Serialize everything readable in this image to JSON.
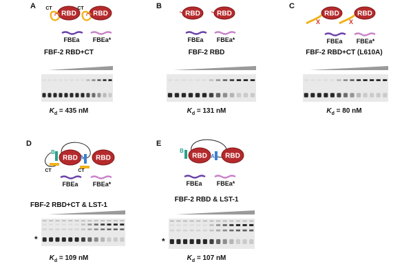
{
  "colors": {
    "rbd_fill": "#b52a2c",
    "rbd_stroke": "#7d1a1b",
    "ct_yellow": "#f2b21a",
    "fbea_purple": "#6a3fa8",
    "fbea_star_pink": "#c981c9",
    "site_a_blue": "#3c7fd1",
    "site_b_green": "#2aa088",
    "x_red": "#d0322a",
    "gel_bg": "#e9e9e9",
    "band_dark": "#1e1e1e"
  },
  "common": {
    "rbd_label": "RBD",
    "fbea_label": "FBEa",
    "fbea_star_label": "FBEa*",
    "kd_symbol": "K",
    "kd_sub": "d",
    "star_mark": "*"
  },
  "panels": [
    {
      "id": "A",
      "letter": "A",
      "title": "FBF-2 RBD+CT",
      "kd_value": " = 435 nM",
      "diagram": "ct",
      "ct_label": "CT",
      "band_pattern": "shift-late",
      "star": false
    },
    {
      "id": "B",
      "letter": "B",
      "title": "FBF-2 RBD",
      "kd_value": " = 131 nM",
      "diagram": "plain",
      "band_pattern": "shift-mid",
      "star": false
    },
    {
      "id": "C",
      "letter": "C",
      "title": "FBF-2 RBD+CT (L610A)",
      "kd_value": " = 80 nM",
      "diagram": "ct-mutant",
      "x_label": "X",
      "band_pattern": "shift-early",
      "star": false
    },
    {
      "id": "D",
      "letter": "D",
      "title": "FBF-2 RBD+CT & LST-1",
      "kd_value": " = 109 nM",
      "diagram": "ct-lst",
      "ct_label": "CT",
      "site_a": "A",
      "site_b": "B",
      "band_pattern": "shift-mid-lst",
      "star": true
    },
    {
      "id": "E",
      "letter": "E",
      "title": "FBF-2 RBD & LST-1",
      "kd_value": " = 107 nM",
      "diagram": "lst",
      "site_a": "A",
      "site_b": "B",
      "band_pattern": "shift-mid-lst",
      "star": true
    }
  ]
}
